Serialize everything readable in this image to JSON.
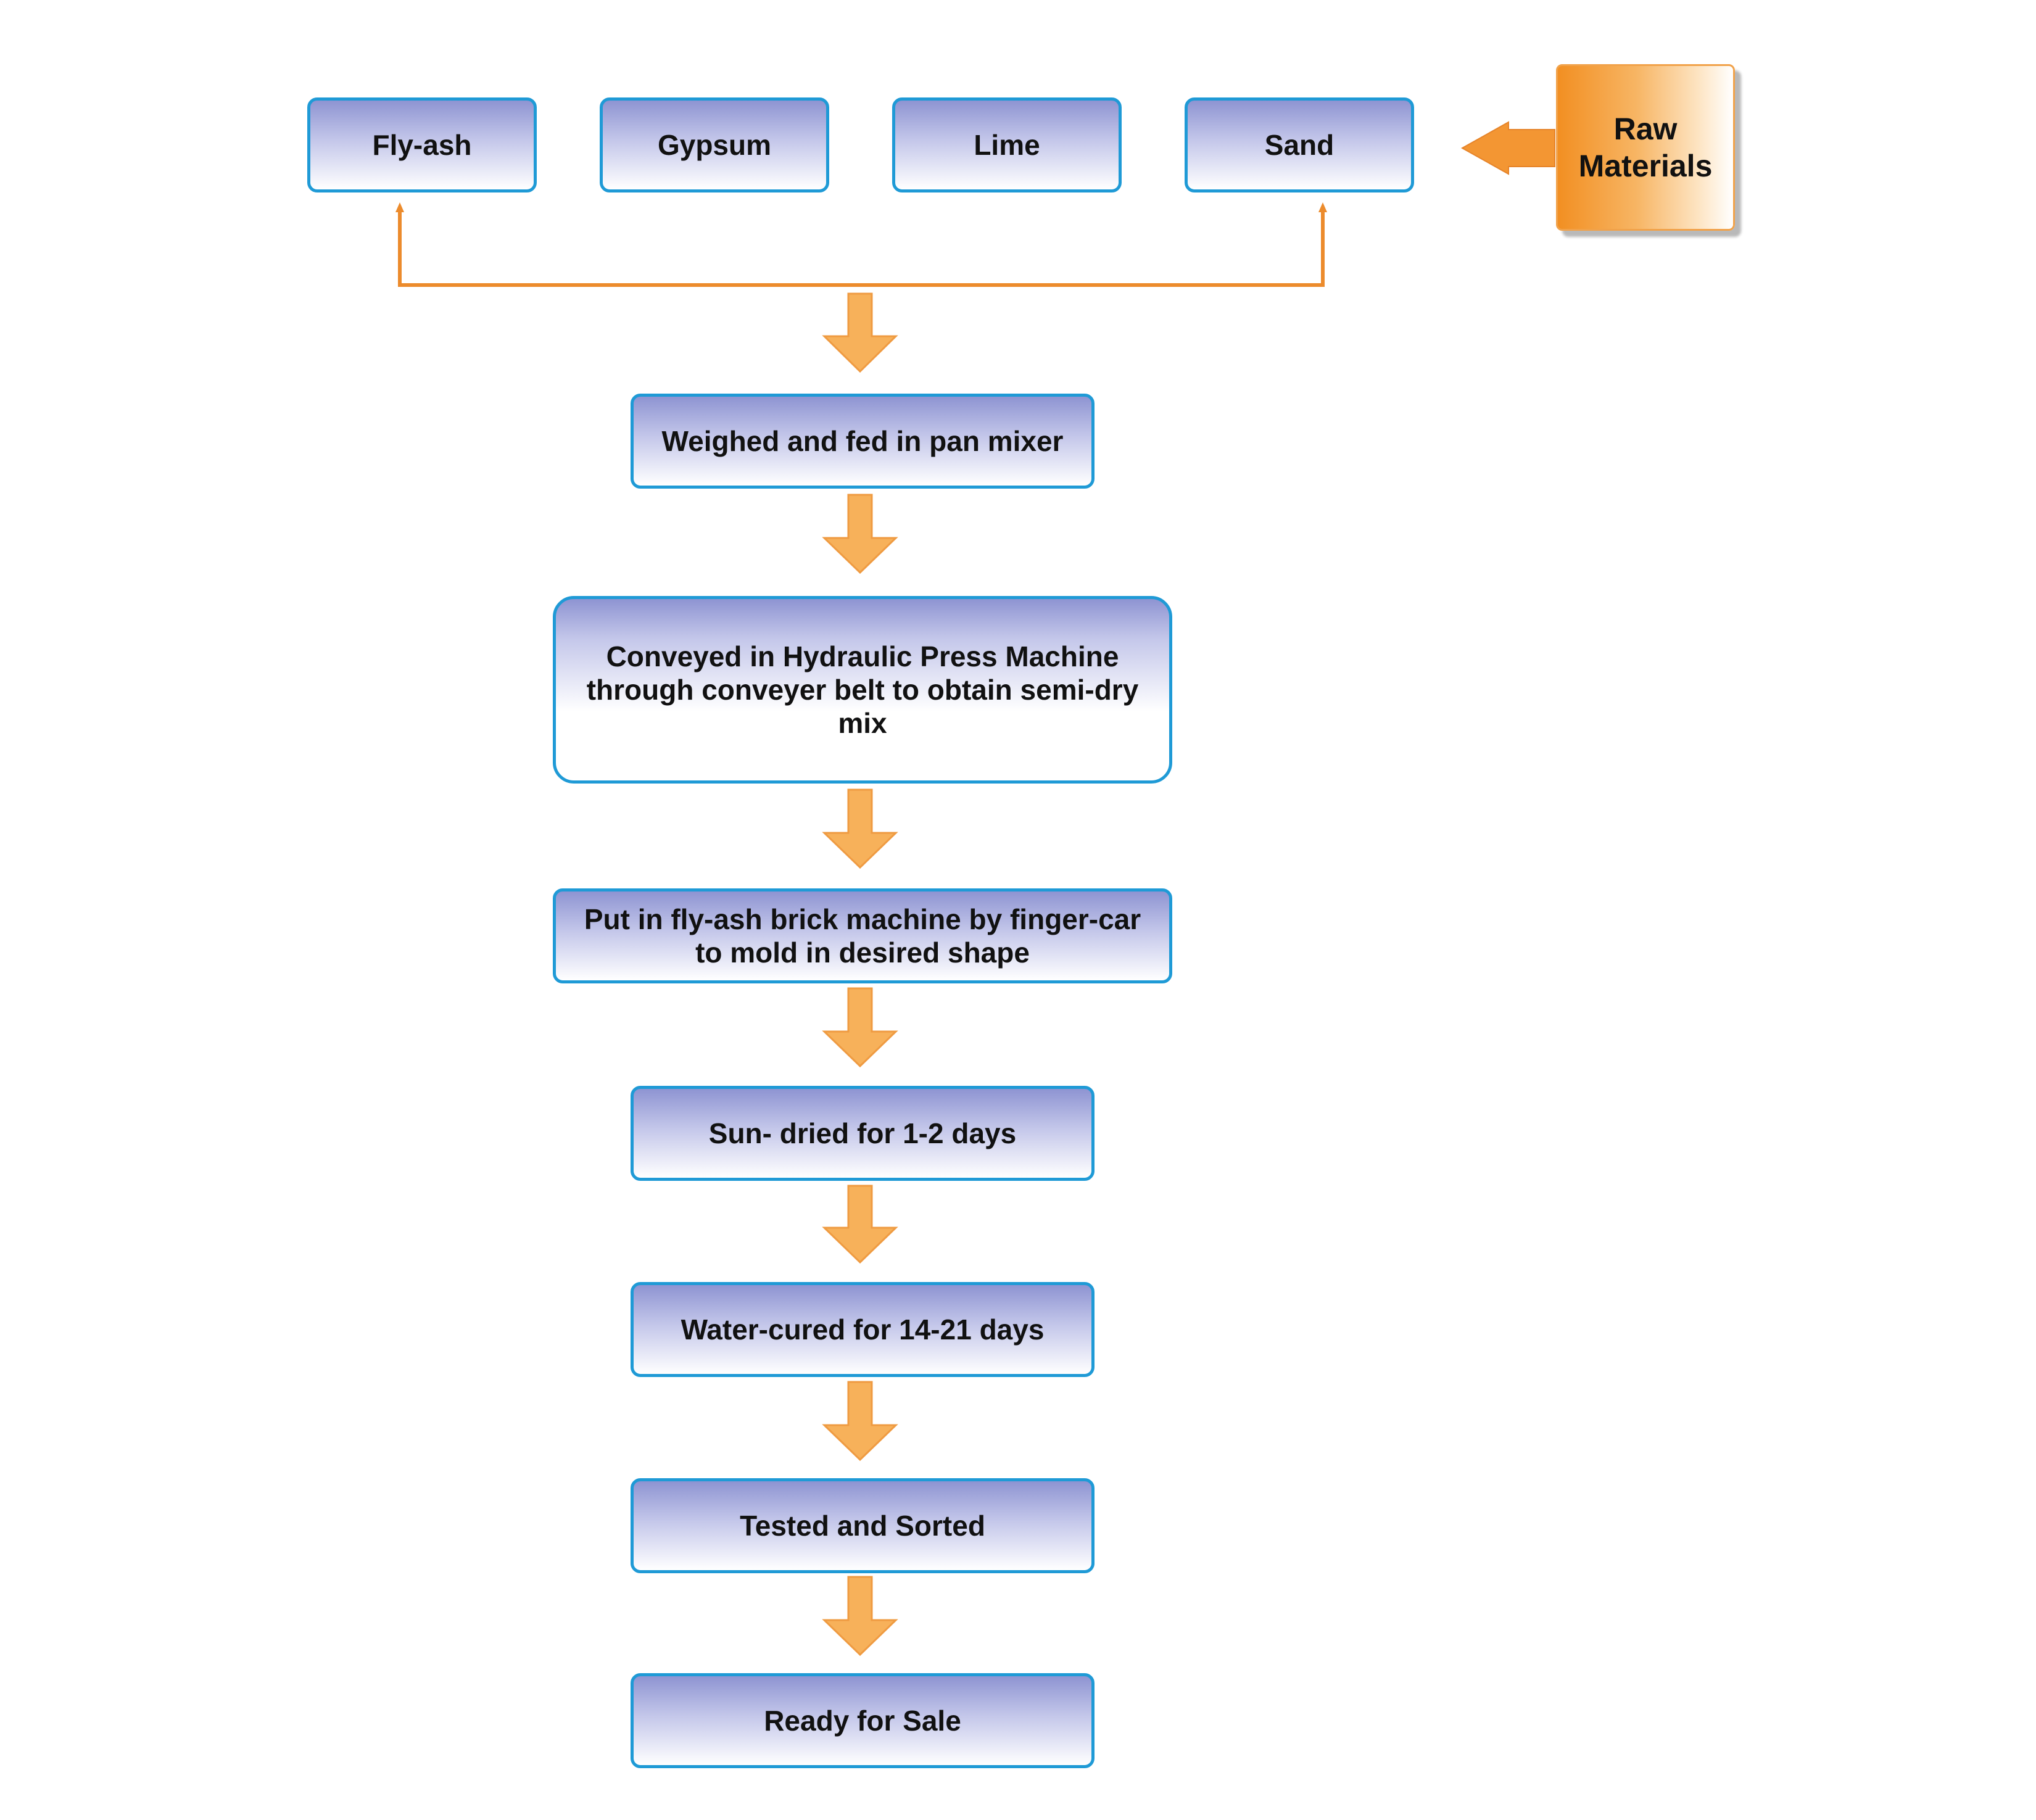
{
  "raw_materials": {
    "label_line1": "Raw",
    "label_line2": "Materials",
    "items": [
      "Fly-ash",
      "Gypsum",
      "Lime",
      "Sand"
    ]
  },
  "process_steps": [
    "Weighed and fed in pan mixer",
    "Conveyed in Hydraulic Press Machine through conveyer belt to obtain semi-dry mix",
    "Put in fly-ash brick machine by finger-car to mold in desired shape",
    "Sun- dried for 1-2 days",
    "Water-cured for 14-21 days",
    "Tested and Sorted",
    "Ready for Sale"
  ],
  "colors": {
    "box_border": "#1f9ad6",
    "arrow_fill": "#f7b15a",
    "connector": "#ec8b2c",
    "raw_box": "#f28f22"
  }
}
